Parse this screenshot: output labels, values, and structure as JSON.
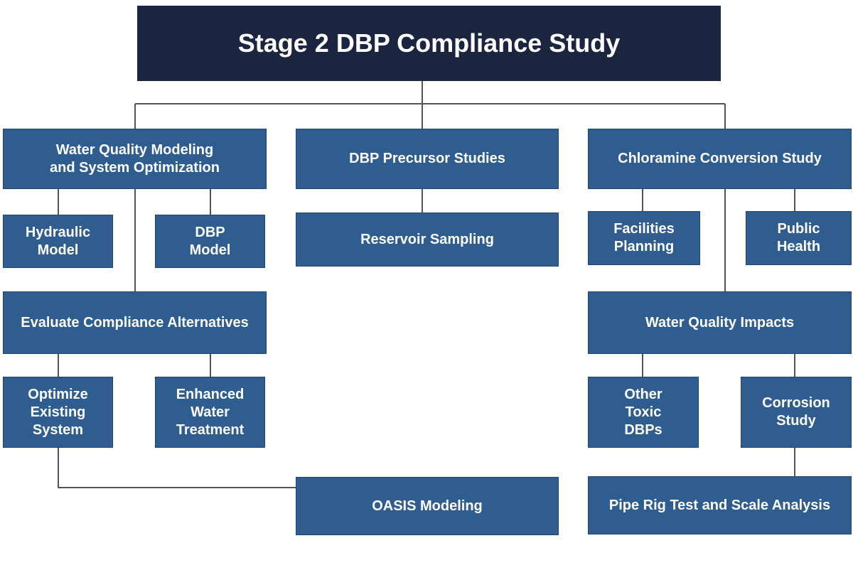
{
  "title": "Stage 2 DBP Compliance Study",
  "colors": {
    "title_bg": "#1b2540",
    "box_bg": "#2f5d8f",
    "box_text": "#ffffff",
    "connector": "#555555"
  },
  "nodes": {
    "water_quality_modeling": "Water Quality Modeling\nand System Optimization",
    "dbp_precursor": "DBP Precursor Studies",
    "chloramine_conversion": "Chloramine Conversion Study",
    "hydraulic_model": "Hydraulic\nModel",
    "dbp_model": "DBP\nModel",
    "reservoir_sampling": "Reservoir Sampling",
    "facilities_planning": "Facilities\nPlanning",
    "public_health": "Public\nHealth",
    "evaluate_compliance": "Evaluate Compliance Alternatives",
    "water_quality_impacts": "Water Quality Impacts",
    "optimize_existing": "Optimize\nExisting\nSystem",
    "enhanced_water": "Enhanced\nWater\nTreatment",
    "other_toxic": "Other\nToxic\nDBPs",
    "corrosion_study": "Corrosion\nStudy",
    "oasis_modeling": "OASIS Modeling",
    "pipe_rig": "Pipe Rig Test and Scale Analysis"
  }
}
